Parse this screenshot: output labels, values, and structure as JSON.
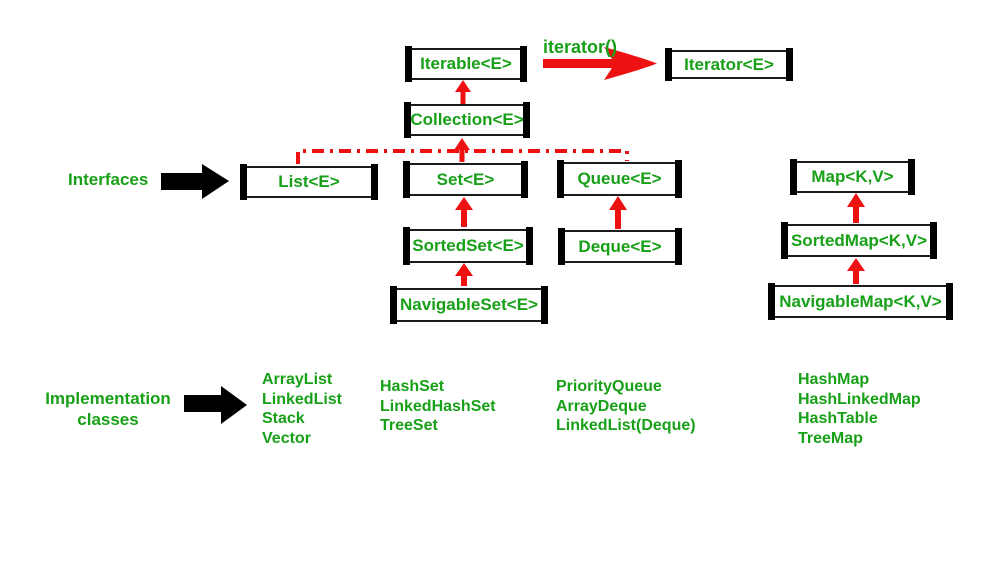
{
  "colors": {
    "green": "#18a018",
    "red": "#ee1111",
    "black": "#000000"
  },
  "labels": {
    "interfaces": "Interfaces",
    "implementation_line1": "Implementation",
    "implementation_line2": "classes",
    "iterator_method": "iterator()"
  },
  "boxes": {
    "iterable": "Iterable<E>",
    "iterator": "Iterator<E>",
    "collection": "Collection<E>",
    "list": "List<E>",
    "set": "Set<E>",
    "queue": "Queue<E>",
    "map": "Map<K,V>",
    "sortedset": "SortedSet<E>",
    "deque": "Deque<E>",
    "sortedmap": "SortedMap<K,V>",
    "navigableset": "NavigableSet<E>",
    "navigablemap": "NavigableMap<K,V>"
  },
  "implementations": {
    "list": [
      "ArrayList",
      "LinkedList",
      "Stack",
      "Vector"
    ],
    "set": [
      "HashSet",
      "LinkedHashSet",
      "TreeSet"
    ],
    "queue": [
      "PriorityQueue",
      "ArrayDeque",
      "LinkedList(Deque)"
    ],
    "map": [
      "HashMap",
      "HashLinkedMap",
      "HashTable",
      "TreeMap"
    ]
  }
}
